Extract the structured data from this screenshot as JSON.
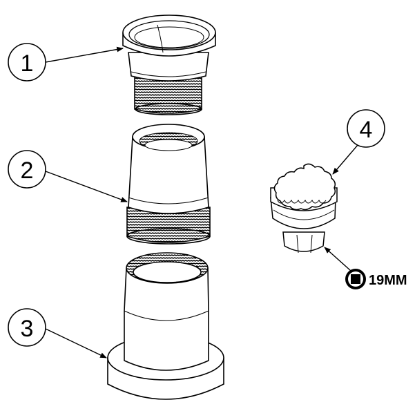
{
  "diagram": {
    "callouts": [
      {
        "id": "1",
        "label": "1"
      },
      {
        "id": "2",
        "label": "2"
      },
      {
        "id": "3",
        "label": "3"
      },
      {
        "id": "4",
        "label": "4"
      }
    ],
    "drive_size_label": "19MM",
    "parts": [
      {
        "id": "1",
        "icon": "threaded-collar"
      },
      {
        "id": "2",
        "icon": "threaded-sleeve"
      },
      {
        "id": "3",
        "icon": "base-housing"
      },
      {
        "id": "4",
        "icon": "twelve-point-socket"
      }
    ],
    "drive_icon": "square-drive-icon"
  }
}
